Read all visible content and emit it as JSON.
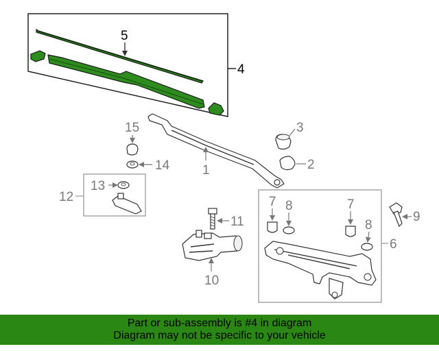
{
  "colors": {
    "banner_background": "#2a8714",
    "highlight_part": "#2e8b1e",
    "callout_dark": "#000000",
    "callout_grey": "#7a7a7a"
  },
  "callouts": {
    "c1": "1",
    "c2": "2",
    "c3": "3",
    "c4": "4",
    "c5": "5",
    "c6": "6",
    "c7a": "7",
    "c7b": "7",
    "c8a": "8",
    "c8b": "8",
    "c9": "9",
    "c10": "10",
    "c11": "11",
    "c12": "12",
    "c13": "13",
    "c14": "14",
    "c15": "15"
  },
  "banner": {
    "line1": "Part or sub-assembly is #4 in diagram",
    "line2": "Diagram may not be specific to your vehicle"
  }
}
